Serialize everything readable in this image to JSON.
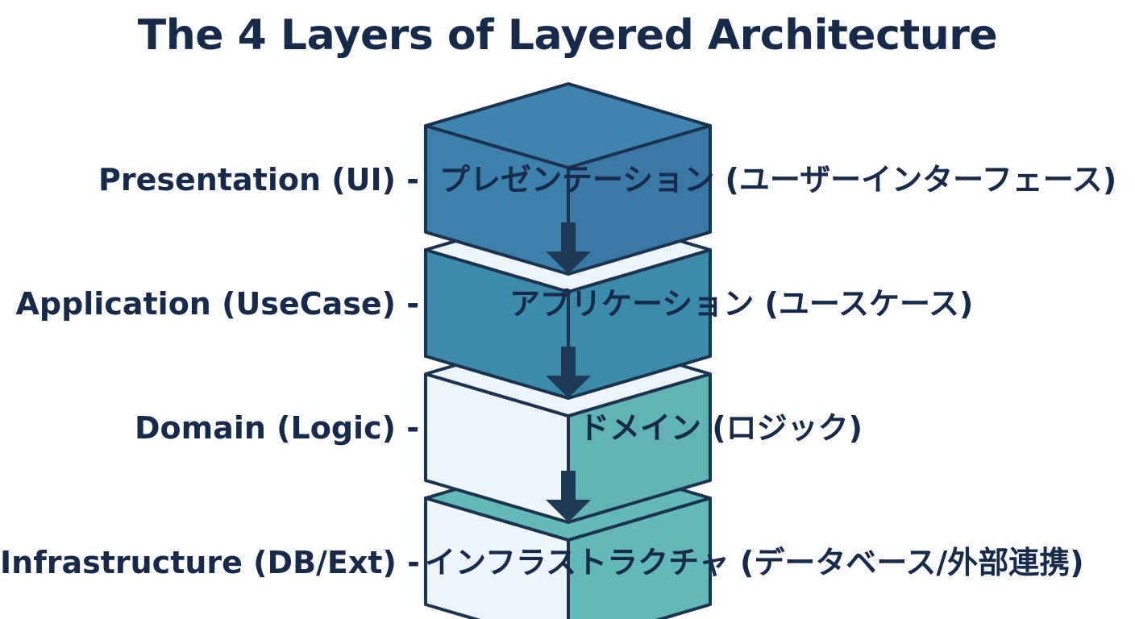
{
  "title": "The 4 Layers of Layered Architecture",
  "layers": [
    {
      "name_en": "Presentation (UI)",
      "separator": "-",
      "name_jp": "プレゼンテーション (ユーザーインターフェース)",
      "top": "#3f84b1",
      "left": "#3d80ab",
      "right": "#3a78a6"
    },
    {
      "name_en": "Application (UseCase)",
      "separator": "-",
      "name_jp": "アプリケーション (ユースケース)",
      "top": "#eef5fa",
      "left": "#3c8bab",
      "right": "#3c8bab"
    },
    {
      "name_en": "Domain (Logic)",
      "separator": "-",
      "name_jp": "ドメイン (ロジック)",
      "top": "#eef5fa",
      "left": "#eef5fa",
      "right": "#62b3b4"
    },
    {
      "name_en": "Infrastructure (DB/Ext)",
      "separator": "-",
      "name_jp": "インフラストラクチャ (データベース/外部連携)",
      "top": "#63b8b8",
      "left": "#eef5fa",
      "right": "#63b8b8"
    }
  ],
  "colors": {
    "outline": "#1c3350",
    "arrow": "#1f3a56",
    "text": "#172a4a"
  }
}
